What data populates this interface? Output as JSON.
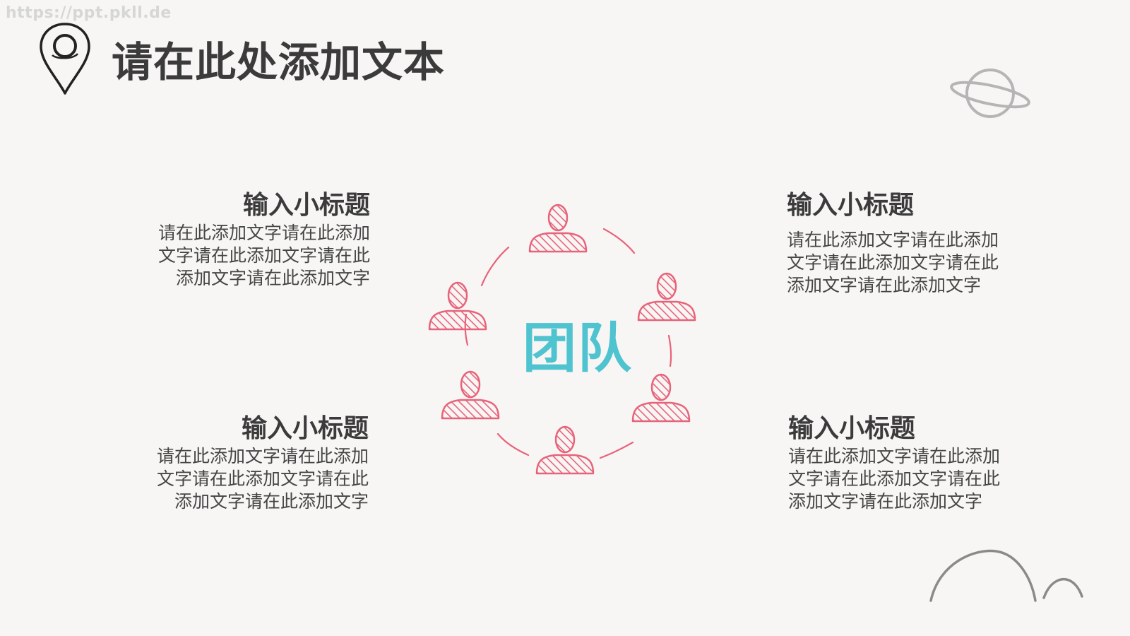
{
  "watermark": "https://ppt.pkll.de",
  "title": "请在此处添加文本",
  "center_label": "团队",
  "blocks": [
    {
      "heading": "输入小标题",
      "body": "请在此添加文字请在此添加\n文字请在此添加文字请在此\n添加文字请在此添加文字"
    },
    {
      "heading": "输入小标题",
      "body": "请在此添加文字请在此添加\n文字请在此添加文字请在此\n添加文字请在此添加文字"
    },
    {
      "heading": "输入小标题",
      "body": "请在此添加文字请在此添加\n文字请在此添加文字请在此\n添加文字请在此添加文字"
    },
    {
      "heading": "输入小标题",
      "body": "请在此添加文字请在此添加\n文字请在此添加文字请在此\n添加文字请在此添加文字"
    }
  ],
  "colors": {
    "accent_teal": "#4fc3cf",
    "person_pink": "#e8637a",
    "title_dark": "#3b3b3b",
    "decor_gray": "#b5b5b5"
  },
  "icons": [
    "map-pin-icon",
    "planet-icon",
    "hills-icon",
    "person-icon"
  ]
}
